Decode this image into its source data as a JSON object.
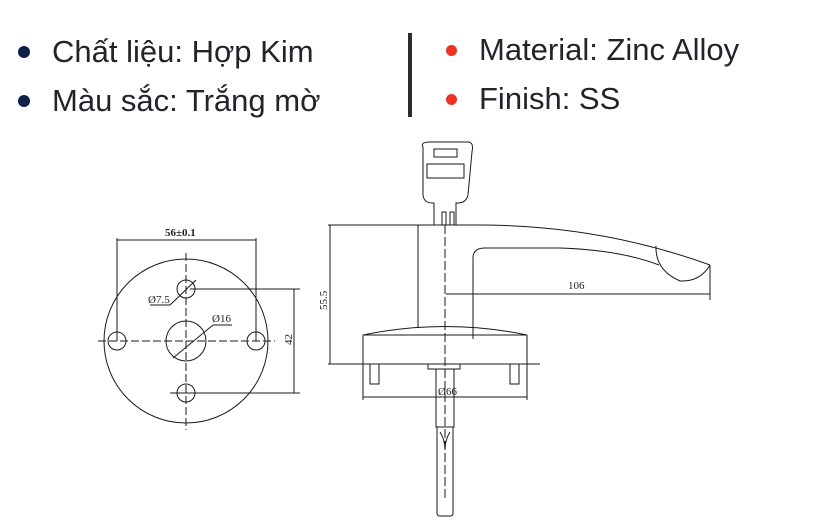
{
  "specs_vi": [
    {
      "label": "Chất liệu: Hợp Kim",
      "bullet_color": "#0f2147"
    },
    {
      "label": "Màu sắc: Trắng mờ",
      "bullet_color": "#0f2147"
    }
  ],
  "specs_en": [
    {
      "label": "Material: Zinc Alloy",
      "bullet_color": "#ee3124"
    },
    {
      "label": "Finish: SS",
      "bullet_color": "#ee3124"
    }
  ],
  "drawing": {
    "front_view": {
      "width_dim": "56±0.1",
      "small_hole_dim": "Ø7.5",
      "center_hole_dim": "Ø16",
      "vertical_dim": "42"
    },
    "side_view": {
      "height_dim": "55.5",
      "length_dim": "106",
      "base_dim": "Ø66"
    }
  }
}
